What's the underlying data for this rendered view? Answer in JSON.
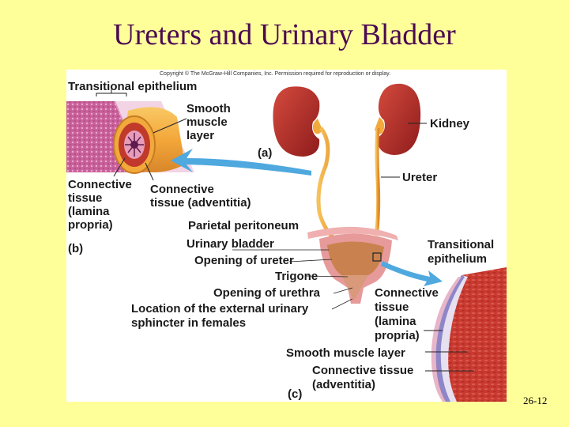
{
  "slide": {
    "title": "Ureters and Urinary Bladder",
    "number": "26-12"
  },
  "figure": {
    "copyright": "Copyright © The McGraw-Hill Companies, Inc. Permission required for reproduction or display.",
    "labels": {
      "transitional_epithelium_b": "Transitional epithelium",
      "smooth_muscle_l1": "Smooth",
      "smooth_muscle_l2": "muscle",
      "smooth_muscle_l3": "layer",
      "part_a": "(a)",
      "kidney": "Kidney",
      "ureter": "Ureter",
      "ct_lamina_l1": "Connective",
      "ct_lamina_l2": "tissue",
      "ct_lamina_l3": "(lamina",
      "ct_lamina_l4": "propria)",
      "ct_adventitia_l1": "Connective",
      "ct_adventitia_l2": "tissue (adventitia)",
      "part_b": "(b)",
      "parietal_peritoneum": "Parietal peritoneum",
      "urinary_bladder": "Urinary bladder",
      "opening_of_ureter": "Opening of ureter",
      "trigone": "Trigone",
      "opening_of_urethra": "Opening of urethra",
      "sphincter_l1": "Location of the external urinary",
      "sphincter_l2": "sphincter in females",
      "transitional_epithelium_c_l1": "Transitional",
      "transitional_epithelium_c_l2": "epithelium",
      "ct_lamina_c_l1": "Connective",
      "ct_lamina_c_l2": "tissue",
      "ct_lamina_c_l3": "(lamina",
      "ct_lamina_c_l4": "propria)",
      "smooth_muscle_layer_c": "Smooth muscle layer",
      "ct_adventitia_c_l1": "Connective tissue",
      "ct_adventitia_c_l2": "(adventitia)",
      "part_c": "(c)"
    }
  },
  "colors": {
    "background": "#ffff99",
    "title": "#4b0a52",
    "kidney": "#b52a2a",
    "ureter": "#f2a93b",
    "arrow": "#4fa9df",
    "bladder": "#e9a3a3",
    "muscle": "#c8342b"
  }
}
